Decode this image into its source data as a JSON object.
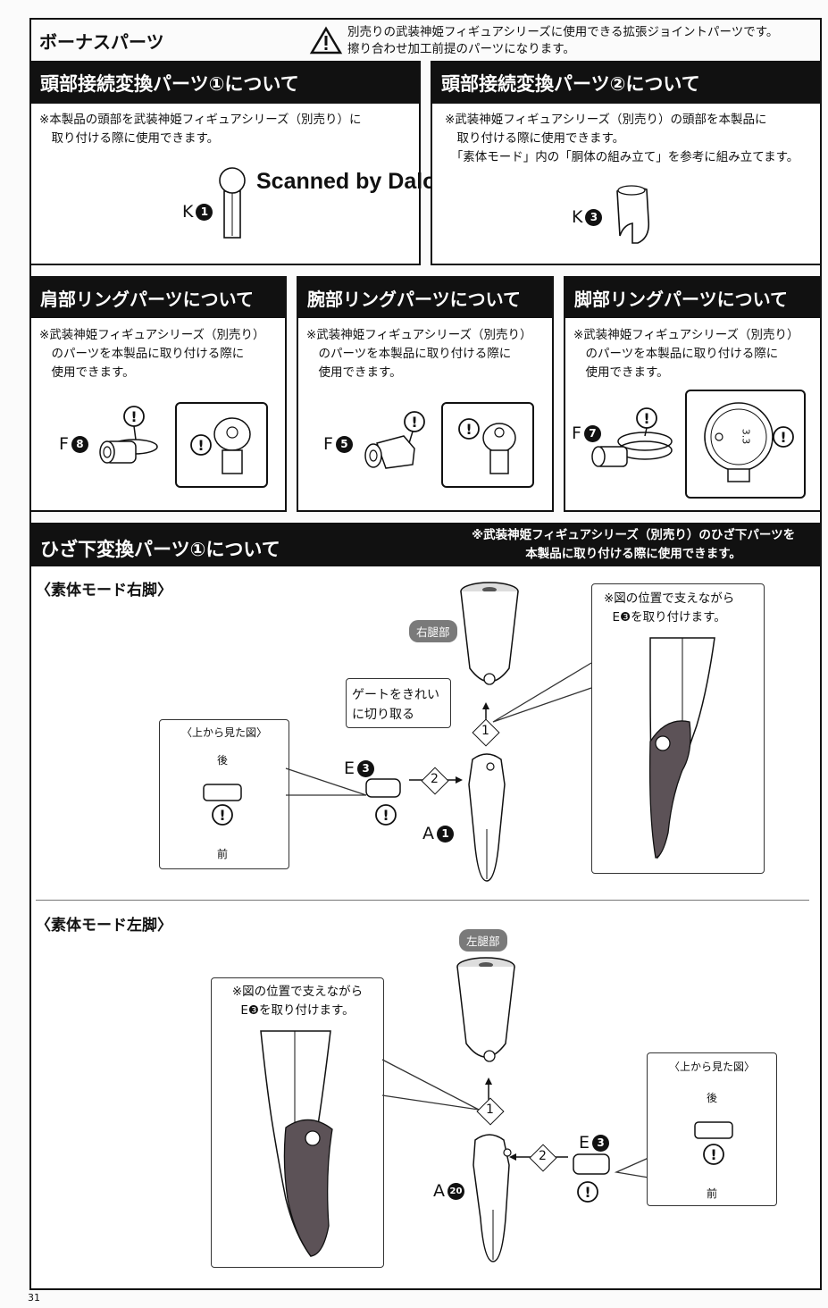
{
  "page_number": "31",
  "watermark": "Scanned by Dalong.net",
  "bonus": {
    "title": "ボーナスパーツ",
    "warning_text": "別売りの武装神姫フィギュアシリーズに使用できる拡張ジョイントパーツです。\n擦り合わせ加工前提のパーツになります。"
  },
  "head1": {
    "title": "頭部接続変換パーツ①について",
    "note": "※本製品の頭部を武装神姫フィギュアシリーズ（別売り）に\n　取り付ける際に使用できます。",
    "part_letter": "K",
    "part_num": "1"
  },
  "head2": {
    "title": "頭部接続変換パーツ②について",
    "note": "※武装神姫フィギュアシリーズ（別売り）の頭部を本製品に\n　取り付ける際に使用できます。\n　「素体モード」内の「胴体の組み立て」を参考に組み立てます。",
    "part_letter": "K",
    "part_num": "3"
  },
  "shoulder": {
    "title": "肩部リングパーツについて",
    "note": "※武装神姫フィギュアシリーズ（別売り）\n　のパーツを本製品に取り付ける際に\n　使用できます。",
    "part_letter": "F",
    "part_num": "8"
  },
  "arm": {
    "title": "腕部リングパーツについて",
    "note": "※武装神姫フィギュアシリーズ（別売り）\n　のパーツを本製品に取り付ける際に\n　使用できます。",
    "part_letter": "F",
    "part_num": "5"
  },
  "leg": {
    "title": "脚部リングパーツについて",
    "note": "※武装神姫フィギュアシリーズ（別売り）\n　のパーツを本製品に取り付ける際に\n　使用できます。",
    "part_letter": "F",
    "part_num": "7",
    "dimension": "3.3"
  },
  "knee": {
    "title": "ひざ下変換パーツ①について",
    "note": "※武装神姫フィギュアシリーズ（別売り）のひざ下パーツを\n本製品に取り付ける際に使用できます。",
    "right": {
      "subtitle": "〈素体モード右脚〉",
      "thigh_label": "右腿部",
      "gate_note": "ゲートをきれい\nに切り取る",
      "top_view_title": "〈上から見た図〉",
      "back": "後",
      "front": "前",
      "hold_note": "※図の位置で支えながら\nE❸を取り付けます。",
      "part_e_letter": "E",
      "part_e_num": "3",
      "part_a_letter": "A",
      "part_a_num": "1",
      "step1": "1",
      "step2": "2"
    },
    "left": {
      "subtitle": "〈素体モード左脚〉",
      "thigh_label": "左腿部",
      "top_view_title": "〈上から見た図〉",
      "back": "後",
      "front": "前",
      "hold_note": "※図の位置で支えながら\nE❸を取り付けます。",
      "part_e_letter": "E",
      "part_e_num": "3",
      "part_a_letter": "A",
      "part_a_num": "20",
      "step1": "1",
      "step2": "2"
    }
  }
}
